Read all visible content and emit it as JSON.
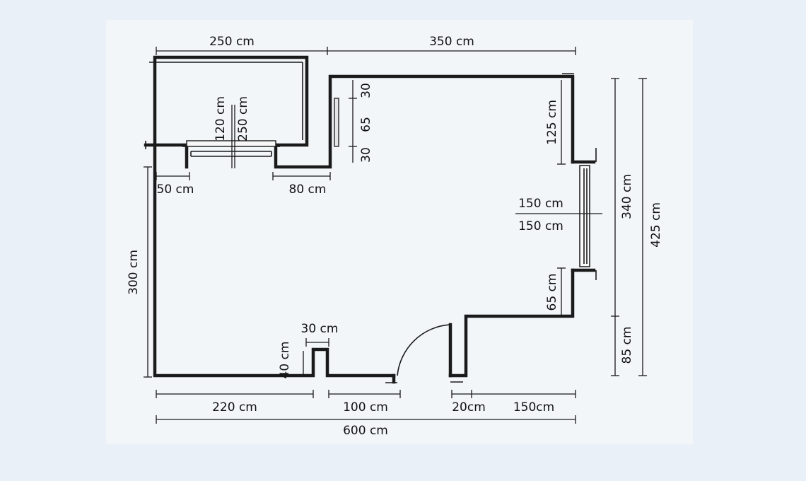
{
  "floor_plan": {
    "dimensions": {
      "top_balcony_width": "250 cm",
      "top_room_width": "350 cm",
      "balcony_opening_left": "50 cm",
      "balcony_opening_right": "80 cm",
      "balcony_door_width": "120 cm",
      "balcony_door_height": "250 cm",
      "heater_top": "30",
      "heater_mid": "65",
      "heater_bottom": "30",
      "right_upper": "125 cm",
      "window_width": "150 cm",
      "window_height": "150 cm",
      "right_lower": "65 cm",
      "right_total_upper": "340 cm",
      "right_total_lower": "85 cm",
      "right_total": "425 cm",
      "left_wall": "300 cm",
      "niche_width": "30 cm",
      "niche_depth": "40 cm",
      "bottom_left": "220 cm",
      "bottom_mid": "100 cm",
      "door_jamb": "20cm",
      "bottom_right": "150cm",
      "bottom_total": "600 cm"
    }
  }
}
